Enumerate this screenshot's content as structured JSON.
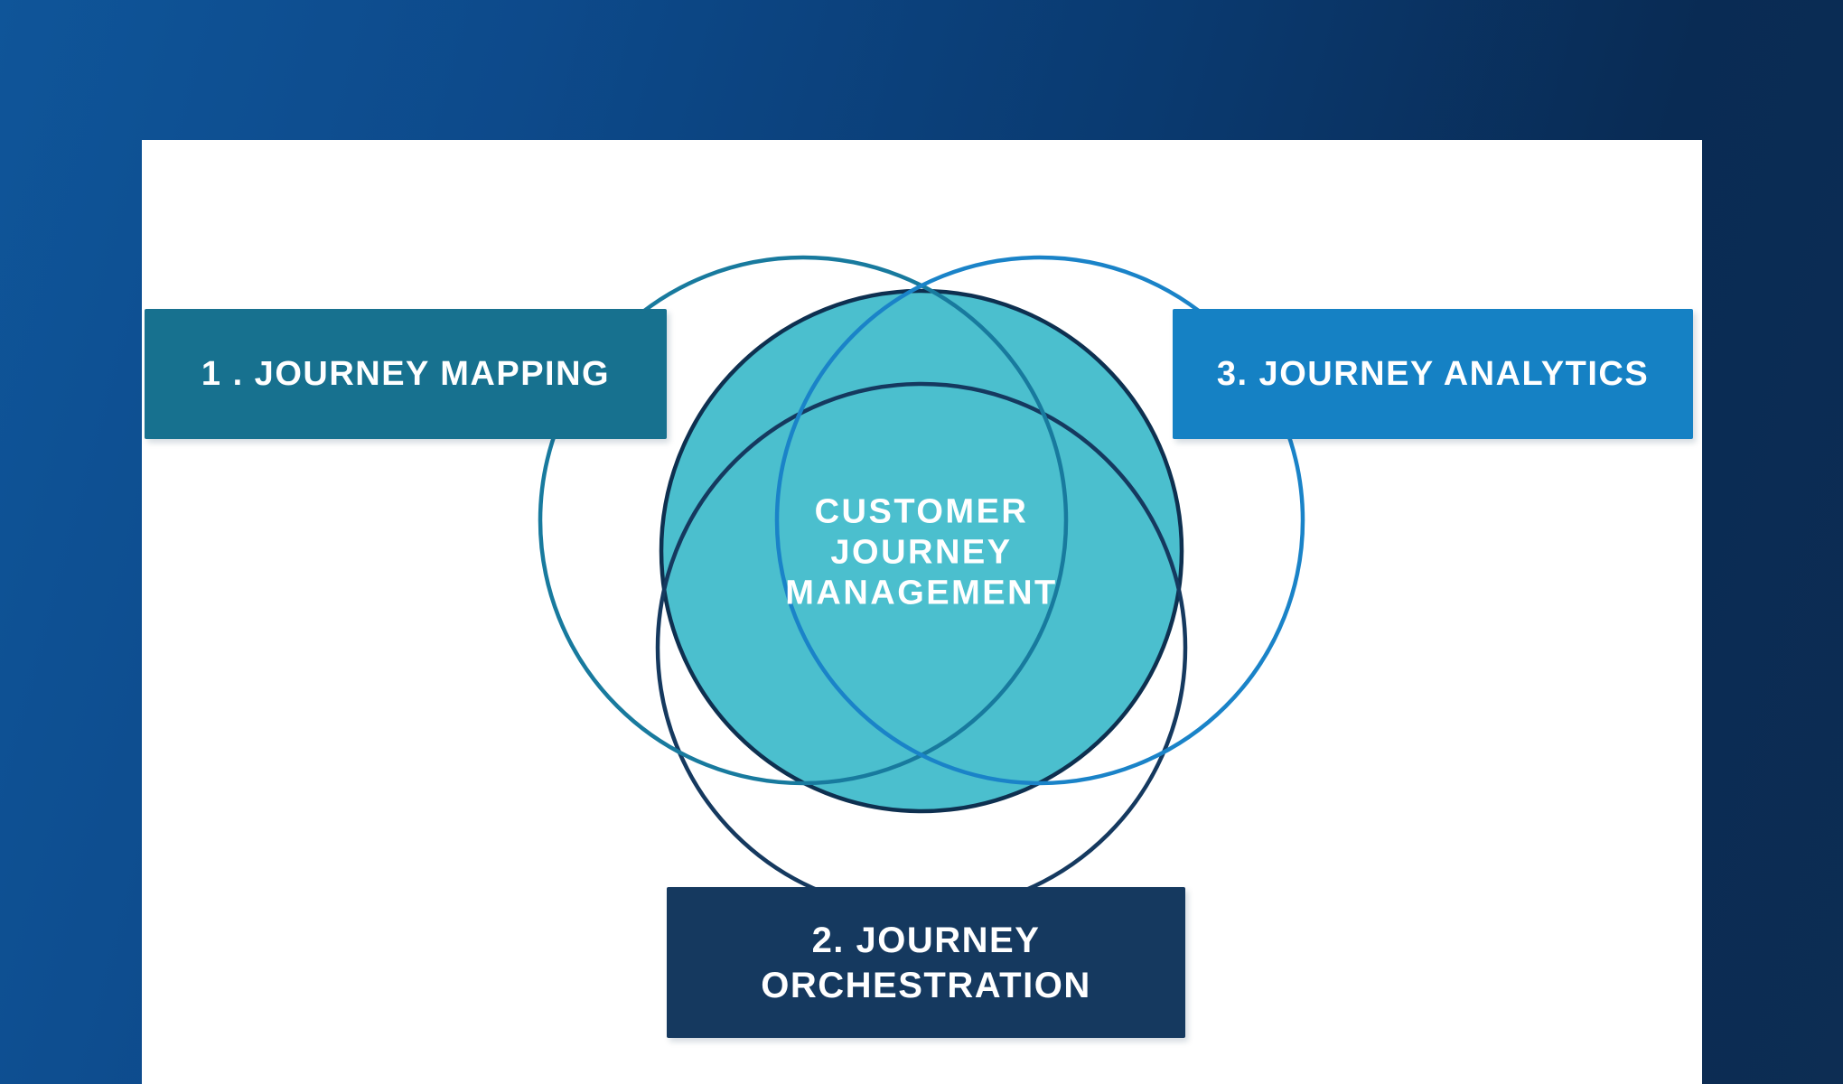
{
  "page": {
    "background_gradient_start": "#0f5599",
    "background_gradient_mid": "#0a3a70",
    "background_gradient_end": "#0d2d53",
    "card_color": "#ffffff"
  },
  "venn": {
    "center_label": {
      "lines": [
        "CUSTOMER",
        "JOURNEY",
        "MANAGEMENT"
      ],
      "text_color": "#ffffff"
    },
    "center_circle": {
      "fill": "#4bbfce",
      "stroke": "#0e3050"
    },
    "circles": [
      {
        "id": "journey-mapping-circle",
        "stroke": "#187a9e"
      },
      {
        "id": "journey-orchestration-circle",
        "stroke": "#15395f"
      },
      {
        "id": "journey-analytics-circle",
        "stroke": "#1a83c8"
      }
    ],
    "boxes": [
      {
        "id": "journey-mapping",
        "label": "1 . JOURNEY MAPPING",
        "color": "#17718f"
      },
      {
        "id": "journey-orchestration",
        "label": "2. JOURNEY ORCHESTRATION",
        "color": "#15395f"
      },
      {
        "id": "journey-analytics",
        "label": "3. JOURNEY ANALYTICS",
        "color": "#1581c4"
      }
    ]
  }
}
